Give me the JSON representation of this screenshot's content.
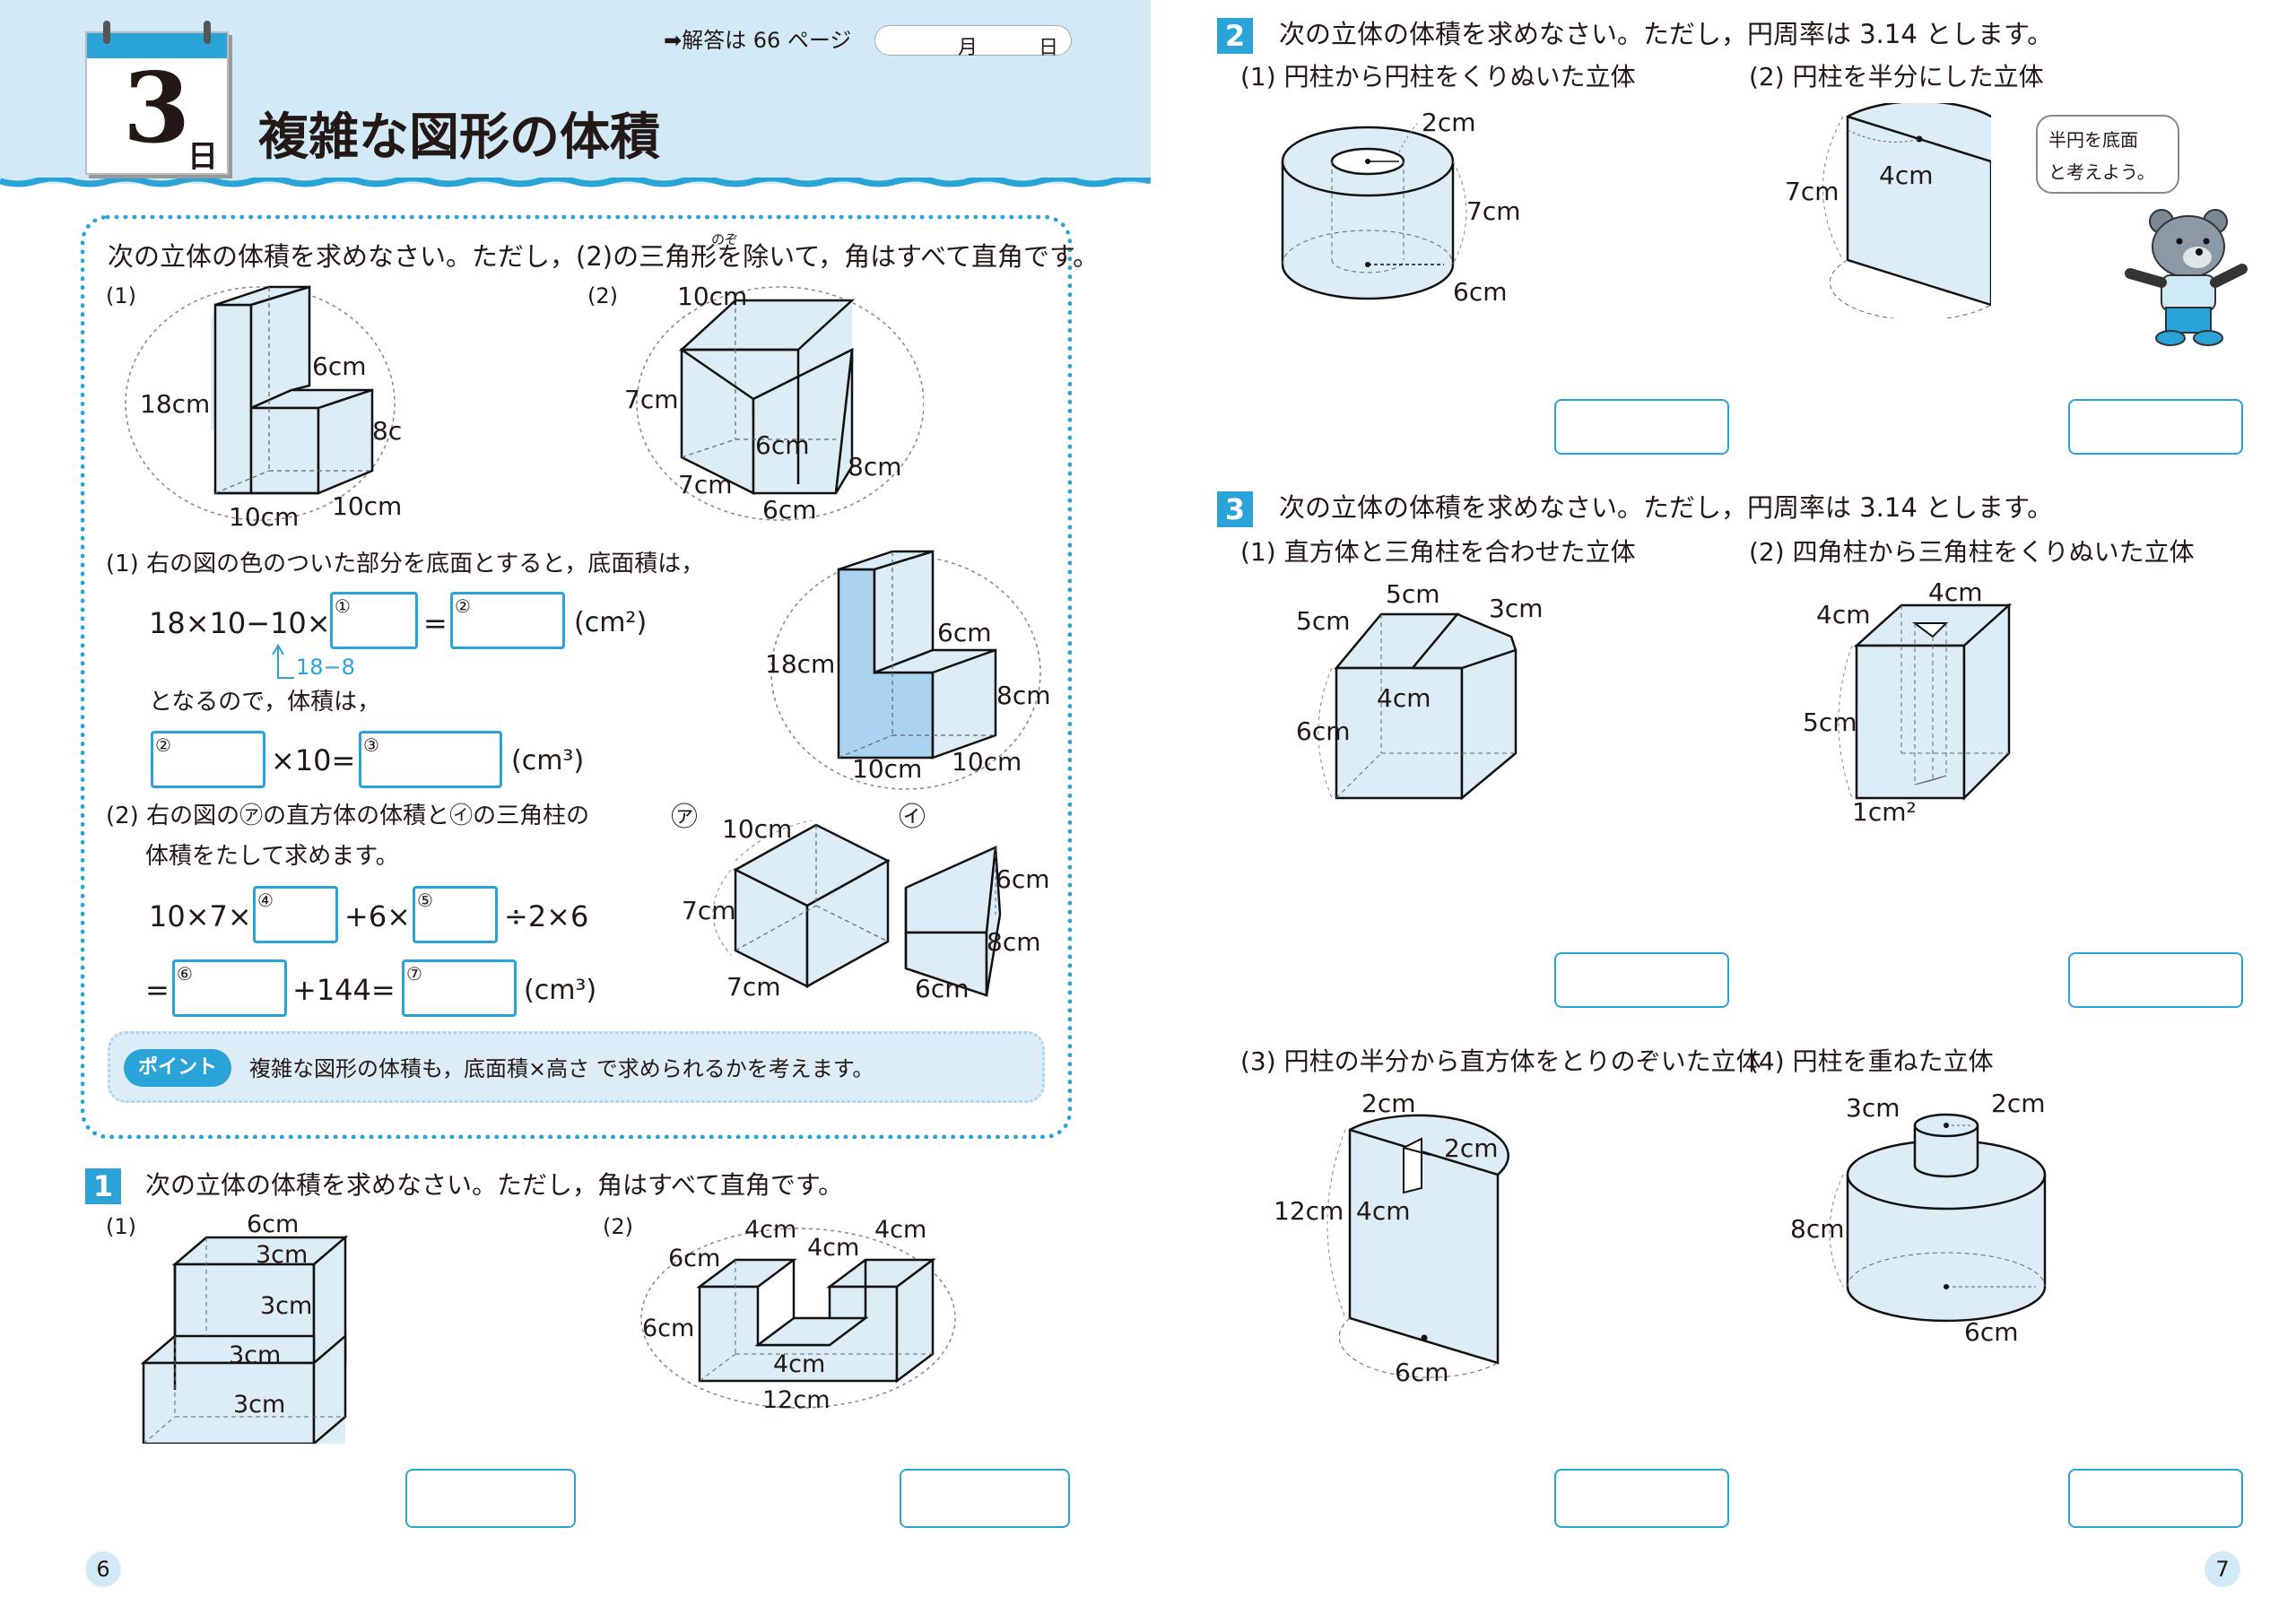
{
  "header": {
    "day_num": "3",
    "day_suffix": "日",
    "title": "複雑な図形の体積",
    "answer_ref": "➡解答は 66 ページ",
    "month_label": "月",
    "day_label": "日"
  },
  "example": {
    "instruction": "次の立体の体積を求めなさい。ただし，(2)の三角形を除いて，角はすべて直角です。",
    "ruby": "のぞ",
    "fig1_num": "(1)",
    "fig2_num": "(2)",
    "fig1_dims": [
      "18cm",
      "6cm",
      "8cm",
      "10cm",
      "10cm"
    ],
    "fig2_dims": [
      "10cm",
      "7cm",
      "6cm",
      "8cm",
      "7cm",
      "6cm"
    ],
    "part1_text": "(1) 右の図の色のついた部分を底面とすると，底面積は，",
    "part1_formula_a": "18×10−10×",
    "part1_hint": "18−8",
    "part1_eq": "=",
    "unit_cm2": "(cm²)",
    "part1_text2": "となるので，体積は，",
    "part1_formula_b": "×10=",
    "unit_cm3": "(cm³)",
    "part2_text": "(2) 右の図の㋐の直方体の体積と㋑の三角柱の",
    "part2_text2": "体積をたして求めます。",
    "part2_formula_a": "10×7×",
    "part2_plus6": "+6×",
    "part2_div": "÷2×6",
    "part2_eq": "=",
    "part2_plus144": "+144=",
    "circ": [
      "①",
      "②",
      "②",
      "③",
      "④",
      "⑤",
      "⑥",
      "⑦"
    ],
    "label_a": "㋐",
    "label_i": "㋑",
    "rfig1_dims": [
      "18cm",
      "6cm",
      "8cm",
      "10cm",
      "10cm"
    ],
    "cube_dims": [
      "10cm",
      "7cm",
      "7cm"
    ],
    "prism_dims": [
      "6cm",
      "8cm",
      "6cm"
    ],
    "point_badge": "ポイント",
    "point_text": "複雑な図形の体積も，底面積×高さ で求められるかを考えます。"
  },
  "q1": {
    "num": "1",
    "instruction": "次の立体の体積を求めなさい。ただし，角はすべて直角です。",
    "p1": "(1)",
    "p2": "(2)",
    "fig1_dims": [
      "6cm",
      "3cm",
      "3cm",
      "3cm",
      "3cm"
    ],
    "fig2_dims": [
      "4cm",
      "4cm",
      "6cm",
      "4cm",
      "6cm",
      "4cm",
      "12cm"
    ]
  },
  "q2": {
    "num": "2",
    "instruction": "次の立体の体積を求めなさい。ただし，円周率は 3.14 とします。",
    "p1": "(1) 円柱から円柱をくりぬいた立体",
    "p2": "(2) 円柱を半分にした立体",
    "fig1_dims": [
      "2cm",
      "7cm",
      "6cm"
    ],
    "fig2_dims": [
      "7cm",
      "4cm"
    ],
    "bubble": [
      "半円を底面",
      "と考えよう。"
    ]
  },
  "q3": {
    "num": "3",
    "instruction": "次の立体の体積を求めなさい。ただし，円周率は 3.14 とします。",
    "p1": "(1) 直方体と三角柱を合わせた立体",
    "p2": "(2) 四角柱から三角柱をくりぬいた立体",
    "p3": "(3) 円柱の半分から直方体をとりのぞいた立体",
    "p4": "(4) 円柱を重ねた立体",
    "fig1_dims": [
      "5cm",
      "5cm",
      "3cm",
      "4cm",
      "6cm"
    ],
    "fig2_dims": [
      "4cm",
      "4cm",
      "5cm",
      "1cm²"
    ],
    "fig3_dims": [
      "2cm",
      "2cm",
      "12cm",
      "4cm",
      "6cm"
    ],
    "fig4_dims": [
      "3cm",
      "2cm",
      "8cm",
      "6cm"
    ]
  },
  "pages": {
    "left": "6",
    "right": "7"
  },
  "colors": {
    "accent": "#29a3d8",
    "header_bg": "#d2eaf7",
    "fill": "#dcedf8"
  }
}
